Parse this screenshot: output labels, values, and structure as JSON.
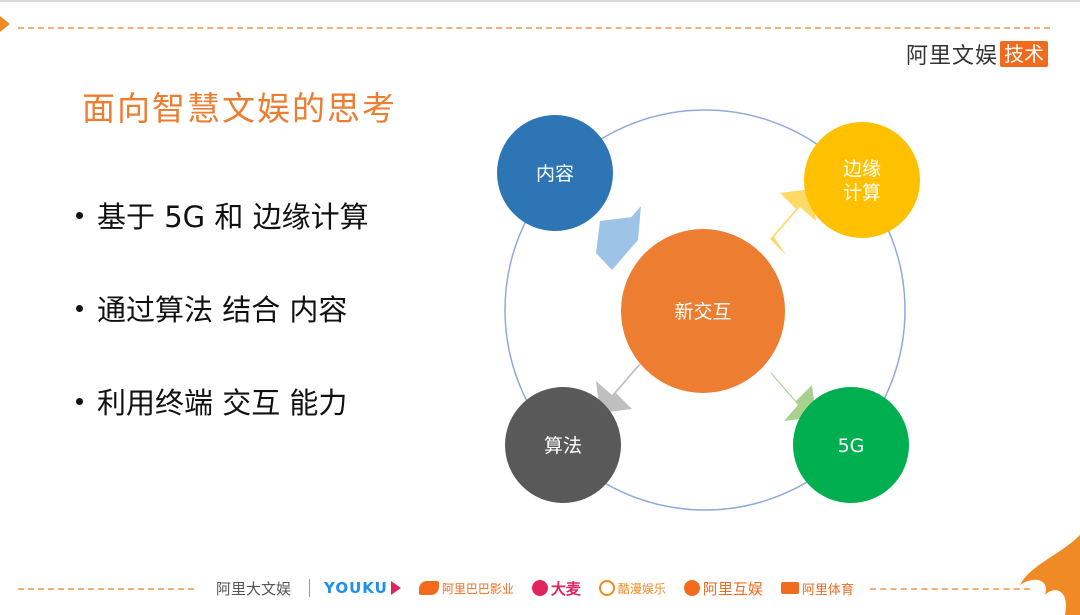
{
  "header": {
    "brand_text": "阿里文娱",
    "brand_tag": "技术"
  },
  "slide": {
    "title": "面向智慧文娱的思考",
    "bullets": [
      "基于 5G 和 边缘计算",
      "通过算法 结合 内容",
      "利用终端 交互 能力"
    ]
  },
  "diagram": {
    "center": {
      "label": "新交互",
      "color": "#ed7d31"
    },
    "nodes": [
      {
        "label": "内容",
        "color": "#2e75b6"
      },
      {
        "label_line1": "边缘",
        "label_line2": "计算",
        "color": "#ffc000",
        "label_color": "#333333"
      },
      {
        "label": "算法",
        "color": "#595959"
      },
      {
        "label": "5G",
        "color": "#00b050"
      }
    ],
    "arrow_colors": [
      "#9dc3e6",
      "#ffd966",
      "#bfbfbf",
      "#a9d18e"
    ],
    "ring_color": "#8faadc"
  },
  "footer": {
    "logos": [
      {
        "text": "阿里大文娱",
        "color": "#555555",
        "icon": "none"
      },
      {
        "text": "YOUKU",
        "color": "#1f8ef1",
        "icon": "play-arrow-icon"
      },
      {
        "text": "阿里巴巴影业",
        "color": "#f26b1d",
        "icon": "alibaba-pictures-icon"
      },
      {
        "text": "大麦",
        "color": "#e0245e",
        "icon": "damai-flower-icon"
      },
      {
        "text": "酷漫娱乐",
        "color": "#f08a24",
        "icon": "cool-manga-icon"
      },
      {
        "text": "阿里互娱",
        "color": "#f26b1d",
        "icon": "ali-game-icon"
      },
      {
        "text": "阿里体育",
        "color": "#f26b1d",
        "icon": "ali-sports-icon"
      }
    ]
  }
}
